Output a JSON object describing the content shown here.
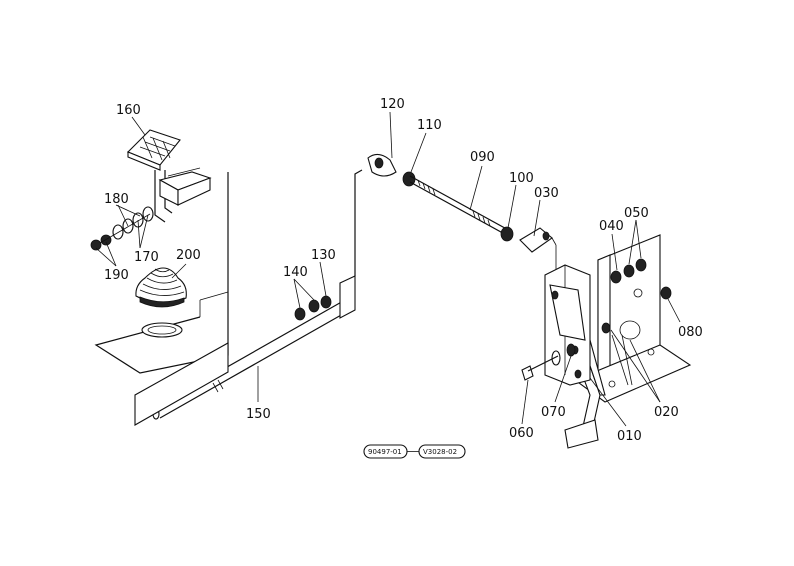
{
  "callouts": {
    "p010": "010",
    "p020": "020",
    "p030": "030",
    "p040": "040",
    "p050": "050",
    "p060": "060",
    "p070": "070",
    "p080": "080",
    "p090": "090",
    "p100": "100",
    "p110": "110",
    "p120": "120",
    "p130": "130",
    "p140": "140",
    "p150": "150",
    "p160": "160",
    "p170": "170",
    "p180": "180",
    "p190": "190",
    "p200": "200"
  },
  "refs": {
    "ref1": "90497-01",
    "ref2": "V3028-02"
  }
}
